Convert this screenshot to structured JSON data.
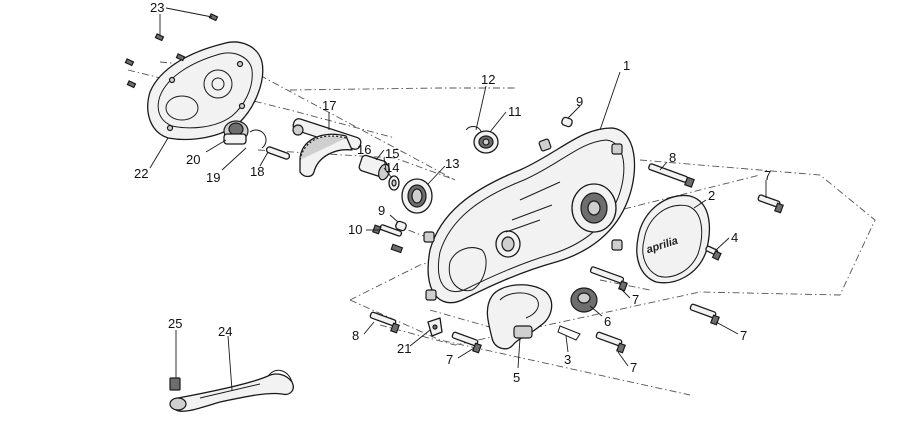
{
  "diagram": {
    "callouts": [
      {
        "id": "c1",
        "label": "1"
      },
      {
        "id": "c2",
        "label": "2"
      },
      {
        "id": "c3",
        "label": "3"
      },
      {
        "id": "c4",
        "label": "4"
      },
      {
        "id": "c5",
        "label": "5"
      },
      {
        "id": "c6",
        "label": "6"
      },
      {
        "id": "c7a",
        "label": "7"
      },
      {
        "id": "c7b",
        "label": "7"
      },
      {
        "id": "c7c",
        "label": "7"
      },
      {
        "id": "c7d",
        "label": "7"
      },
      {
        "id": "c7e",
        "label": "7"
      },
      {
        "id": "c8a",
        "label": "8"
      },
      {
        "id": "c8b",
        "label": "8"
      },
      {
        "id": "c9a",
        "label": "9"
      },
      {
        "id": "c9b",
        "label": "9"
      },
      {
        "id": "c10",
        "label": "10"
      },
      {
        "id": "c11",
        "label": "11"
      },
      {
        "id": "c12",
        "label": "12"
      },
      {
        "id": "c13",
        "label": "13"
      },
      {
        "id": "c14",
        "label": "14"
      },
      {
        "id": "c15",
        "label": "15"
      },
      {
        "id": "c16",
        "label": "16"
      },
      {
        "id": "c17",
        "label": "17"
      },
      {
        "id": "c18",
        "label": "18"
      },
      {
        "id": "c19",
        "label": "19"
      },
      {
        "id": "c20",
        "label": "20"
      },
      {
        "id": "c21",
        "label": "21"
      },
      {
        "id": "c22",
        "label": "22"
      },
      {
        "id": "c23",
        "label": "23"
      },
      {
        "id": "c24",
        "label": "24"
      },
      {
        "id": "c25",
        "label": "25"
      }
    ],
    "logo_text": "aprilia"
  }
}
